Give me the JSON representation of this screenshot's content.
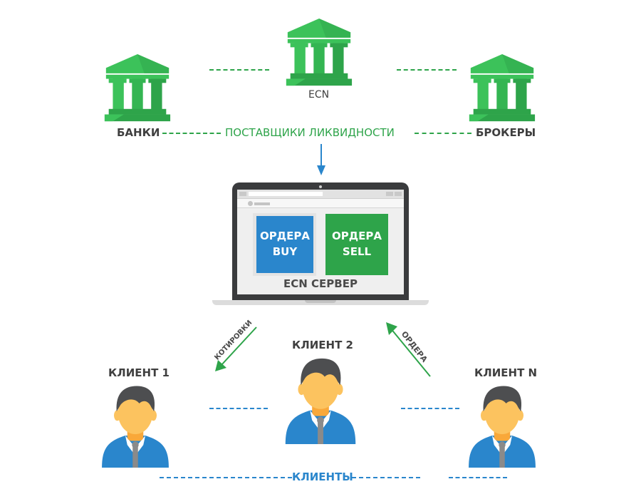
{
  "top": {
    "banks_label": "БАНКИ",
    "ecn_label": "ECN",
    "brokers_label": "БРОКЕРЫ",
    "liquidity_label": "ПОСТАВЩИКИ ЛИКВИДНОСТИ"
  },
  "server": {
    "buy_line1": "ОРДЕРА",
    "buy_line2": "BUY",
    "sell_line1": "ОРДЕРА",
    "sell_line2": "SELL",
    "caption": "ECN СЕРВЕР"
  },
  "arrows": {
    "quotes_label": "КОТИРОВКИ",
    "orders_label": "ОРДЕРА"
  },
  "clients": {
    "client1": "КЛИЕНТ 1",
    "client2": "КЛИЕНТ 2",
    "clientN": "КЛИЕНТ N",
    "group_label": "КЛИЕНТЫ"
  },
  "colors": {
    "green": "#2ea44a",
    "green_light": "#3cc25a",
    "blue": "#2a86cc",
    "dark_text": "#3f3f3f",
    "laptop_frame": "#3a3b3d",
    "skin": "#fcc35f",
    "hair": "#4d4e50"
  }
}
